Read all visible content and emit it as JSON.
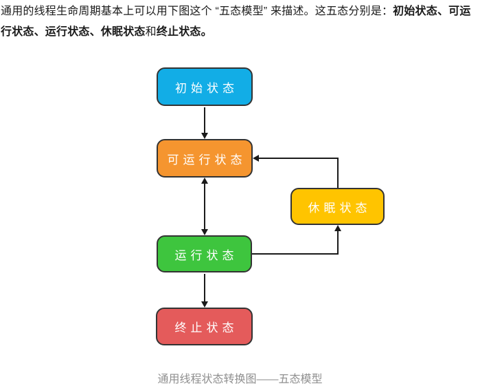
{
  "paragraph": {
    "normal1": "通用的线程生命周期基本上可以用下图这个 “五态模型” 来描述。这五态分别是：",
    "bold1": "初始状态、可运行状态、运行状态、休眠状态",
    "normal2": "和",
    "bold2": "终止状态。"
  },
  "diagram": {
    "nodes": [
      {
        "id": "initial",
        "label": "初始状态",
        "color": "#12ade6"
      },
      {
        "id": "runnable",
        "label": "可运行状态",
        "color": "#f5952f"
      },
      {
        "id": "sleeping",
        "label": "休眠状态",
        "color": "#ffc400"
      },
      {
        "id": "running",
        "label": "运行状态",
        "color": "#3ec53e"
      },
      {
        "id": "terminated",
        "label": "终止状态",
        "color": "#e45b5b"
      }
    ],
    "edges": [
      {
        "from": "initial",
        "to": "runnable",
        "style": "single-arrow"
      },
      {
        "from": "runnable",
        "to": "running",
        "style": "double-arrow"
      },
      {
        "from": "running",
        "to": "terminated",
        "style": "single-arrow"
      },
      {
        "from": "running",
        "to": "sleeping",
        "style": "single-arrow"
      },
      {
        "from": "sleeping",
        "to": "runnable",
        "style": "single-arrow"
      }
    ],
    "edge_color": "#1a1a1a",
    "node_border_color": "#333333",
    "node_label_color": "#ffffff"
  },
  "caption": "通用线程状态转换图——五态模型"
}
